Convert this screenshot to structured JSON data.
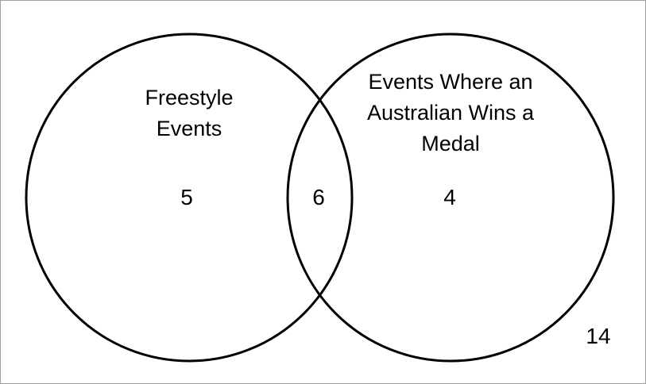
{
  "sets": {
    "left": {
      "label_lines": [
        "Freestyle",
        "Events"
      ],
      "only_count": "5"
    },
    "right": {
      "label_lines": [
        "Events Where an",
        "Australian Wins a",
        "Medal"
      ],
      "only_count": "4"
    },
    "intersection_count": "6",
    "outside_count": "14"
  },
  "colors": {
    "stroke": "#000000",
    "border": "#a0a0a0"
  }
}
